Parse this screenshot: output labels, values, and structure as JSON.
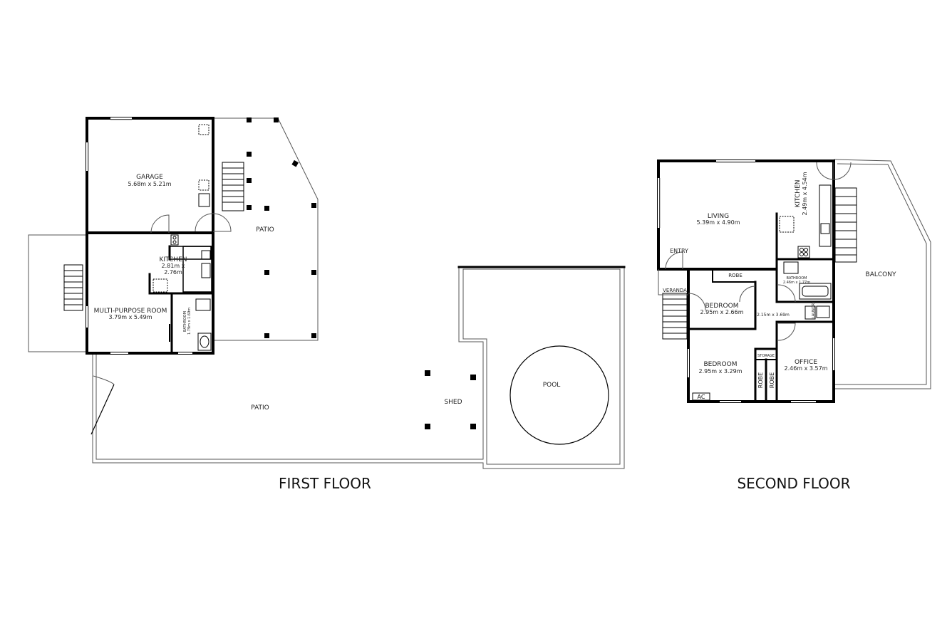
{
  "first_floor": {
    "title": "FIRST FLOOR",
    "garage": {
      "name": "GARAGE",
      "dims": "5.68m x 5.21m"
    },
    "kitchen": {
      "name": "KITCHEN",
      "dims_line1": "2.81m x",
      "dims_line2": "2.76m"
    },
    "multi_purpose": {
      "name": "MULTI-PURPOSE ROOM",
      "dims": "3.79m x 5.49m"
    },
    "bathroom": {
      "name": "BATHROOM",
      "dims": "1.79m x 1.69m"
    },
    "patio_upper": {
      "name": "PATIO"
    },
    "patio_lower": {
      "name": "PATIO"
    },
    "shed": {
      "name": "SHED"
    },
    "pool": {
      "name": "POOL"
    }
  },
  "second_floor": {
    "title": "SECOND FLOOR",
    "living": {
      "name": "LIVING",
      "dims": "5.39m x 4.90m"
    },
    "kitchen": {
      "name": "KITCHEN",
      "dims": "2.49m x 4.54m"
    },
    "entry": {
      "name": "ENTRY"
    },
    "veranda": {
      "name": "VERANDA"
    },
    "robe_top": {
      "name": "ROBE"
    },
    "bedroom1": {
      "name": "BEDROOM",
      "dims": "2.95m x 2.66m"
    },
    "hall": {
      "dims": "2.15m x 3.69m"
    },
    "bathroom": {
      "name": "BATHROOM",
      "dims": "2.46m x 1.77m"
    },
    "laundry": {
      "name": "LAUNDRY"
    },
    "bedroom2": {
      "name": "BEDROOM",
      "dims": "2.95m x 3.29m"
    },
    "storage": {
      "name": "STORAGE"
    },
    "robe_a": {
      "name": "ROBE"
    },
    "robe_b": {
      "name": "ROBE"
    },
    "office": {
      "name": "OFFICE",
      "dims": "2.46m x 3.57m"
    },
    "ac": {
      "name": "AC"
    },
    "balcony": {
      "name": "BALCONY"
    }
  }
}
